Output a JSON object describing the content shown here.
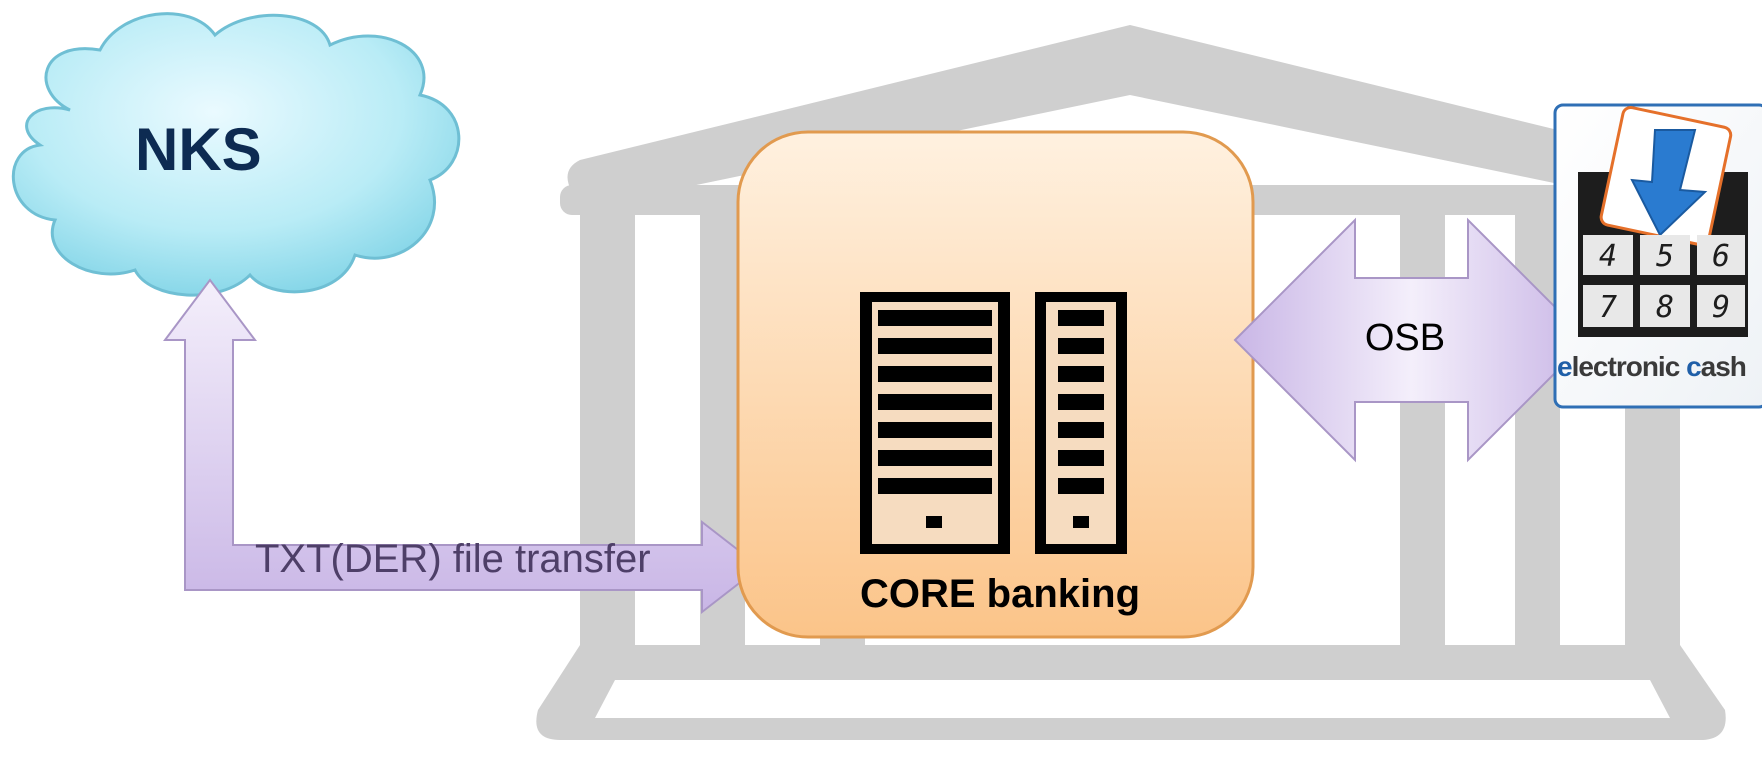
{
  "nodes": {
    "cloud": {
      "label": "NKS",
      "fill": "#b9ecf6",
      "text_color": "#0d2b52"
    },
    "core": {
      "label": "CORE banking",
      "fill_top": "#fff1e0",
      "fill_bottom": "#fbc489"
    },
    "bus": {
      "label": "OSB"
    },
    "terminal": {
      "logo_first_letter": "e",
      "logo_middle": "lectronic ",
      "logo_second_letter": "c",
      "logo_end": "ash",
      "keys": [
        "4",
        "5",
        "6",
        "7",
        "8",
        "9"
      ]
    }
  },
  "edges": {
    "file_transfer": {
      "label": "TXT(DER) file transfer"
    }
  },
  "colors": {
    "bank_background": "#cfcfcf",
    "arrow_fill": "#dcd0ef",
    "logo_blue": "#1f5fa8"
  }
}
